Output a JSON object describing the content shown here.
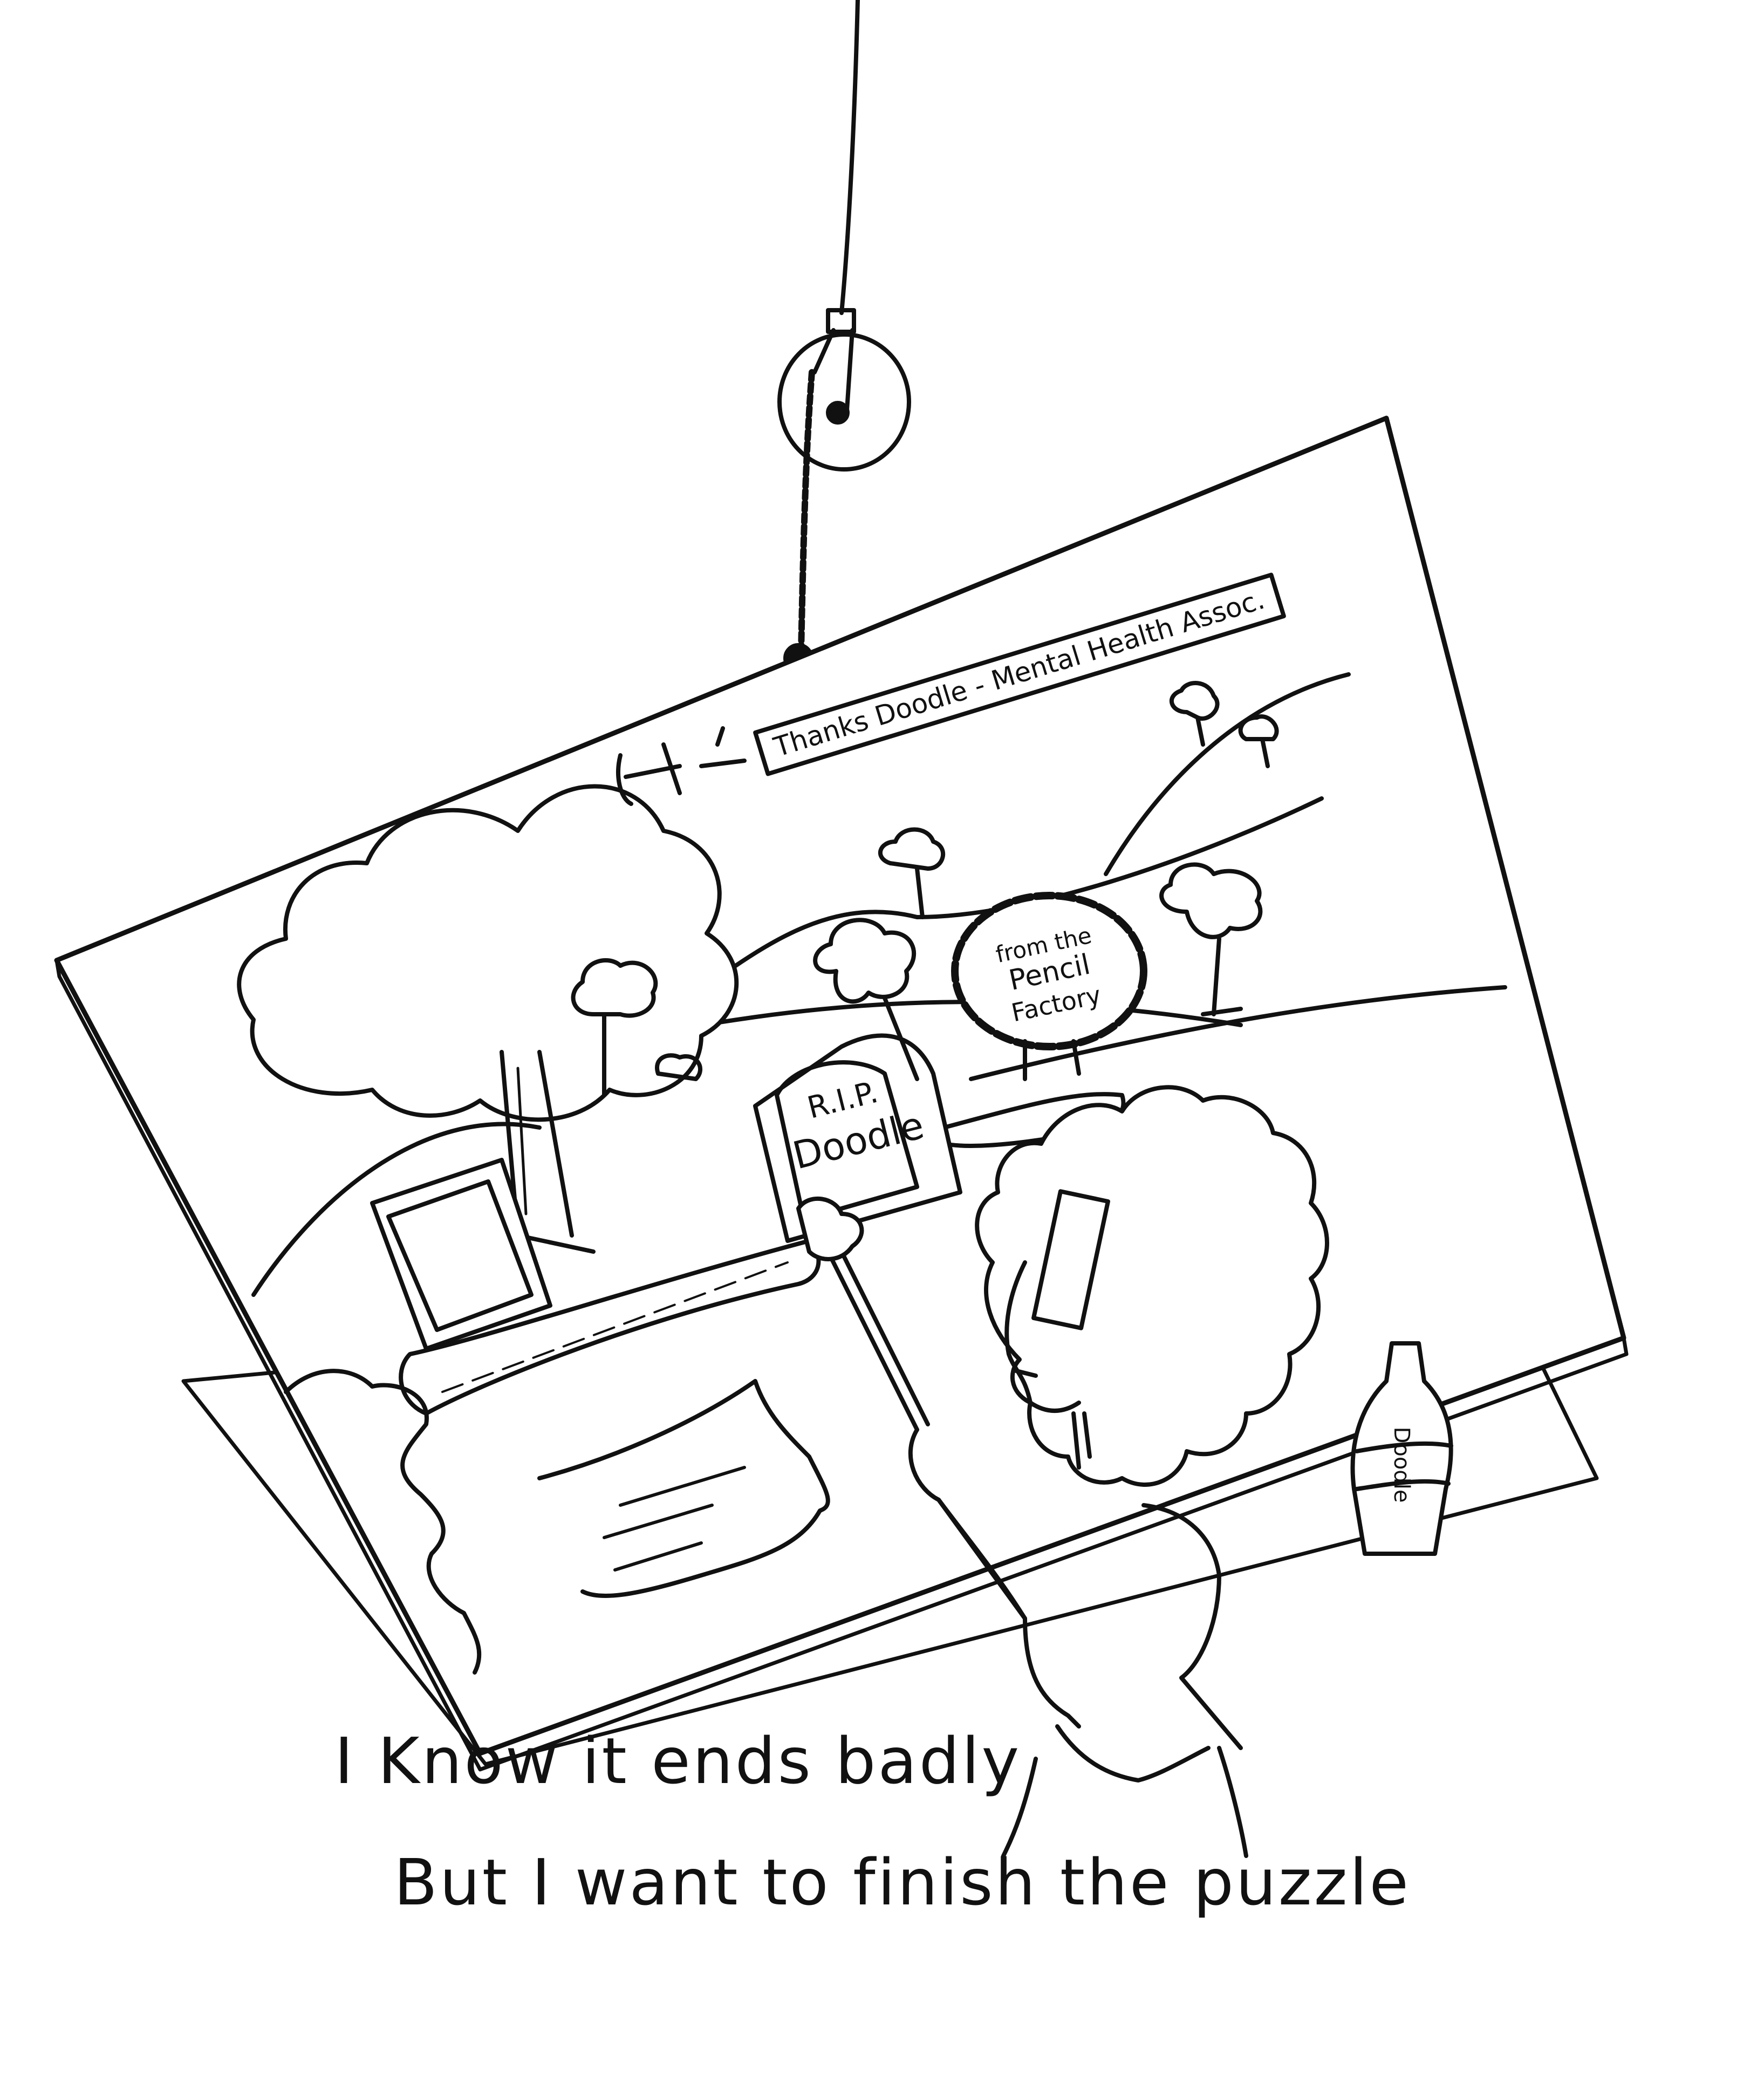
{
  "colors": {
    "ink": "#111111",
    "paper": "#ffffff"
  },
  "illustration": {
    "banner_text": "Thanks Doodle - Mental Health Assoc.",
    "billboard_line1": "from the",
    "billboard_line2": "Pencil",
    "billboard_line3": "Factory",
    "tombstone_line1": "R.I.P.",
    "tombstone_line2": "Doodle",
    "bottle_label": "Doodle"
  },
  "caption": {
    "line1": "I Know it ends badly",
    "line2": "But I want to finish the puzzle"
  }
}
